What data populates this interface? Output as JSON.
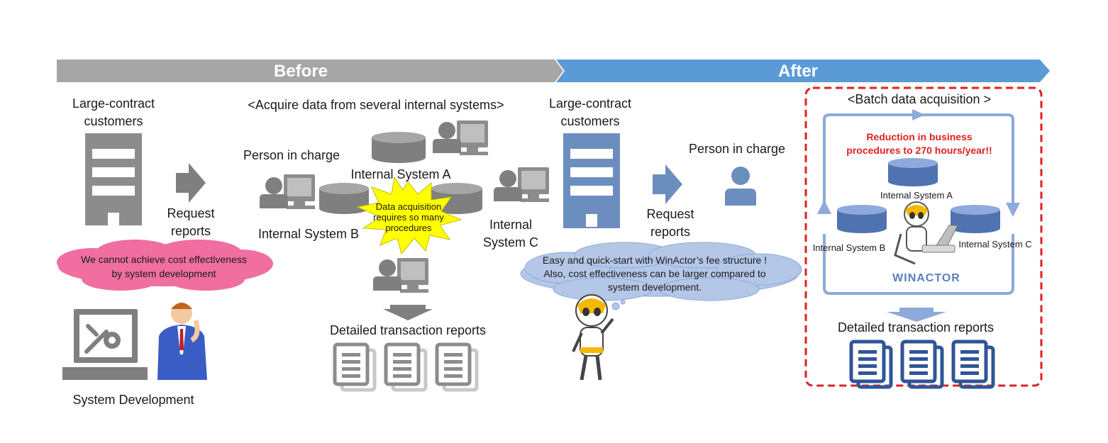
{
  "banner": {
    "before": "Before",
    "after": "After"
  },
  "before": {
    "customers_label_1": "Large-contract",
    "customers_label_2": "customers",
    "request_label_1": "Request",
    "request_label_2": "reports",
    "cloud_text_1": "We cannot achieve cost effectiveness",
    "cloud_text_2": "by system development",
    "system_development": "System Development",
    "acquire_title": "<Acquire data from several internal systems>",
    "person_in_charge": "Person in charge",
    "internal_system_a": "Internal System A",
    "internal_system_b": "Internal System B",
    "internal_system_c_1": "Internal",
    "internal_system_c_2": "System C",
    "burst_text_1": "Data acquisition",
    "burst_text_2": "requires so many",
    "burst_text_3": "procedures",
    "reports_label": "Detailed transaction reports"
  },
  "after": {
    "customers_label_1": "Large-contract",
    "customers_label_2": "customers",
    "request_label_1": "Request",
    "request_label_2": "reports",
    "person_in_charge": "Person in charge",
    "cloud_text_1": "Easy and quick-start with WinActor’s fee structure !",
    "cloud_text_2": "Also, cost effectiveness can be larger compared to",
    "cloud_text_3": "system development.",
    "batch_title": "<Batch data acquisition >",
    "reduction_1": "Reduction in business",
    "reduction_2": "procedures to 270 hours/year!!",
    "internal_system_a": "Internal System A",
    "internal_system_b": "Internal System B",
    "internal_system_c": "Internal System C",
    "winactor_logo": "WINACTOR",
    "reports_label": "Detailed transaction reports"
  },
  "colors": {
    "before_gray": "#a6a6a6",
    "after_blue": "#5b9bd5",
    "icon_gray": "#7f7f7f",
    "icon_blue": "#6c8ebf",
    "report_blue": "#2f5597",
    "pink_cloud": "#f06ea0",
    "blue_cloud": "#b4c7e7",
    "burst_yellow": "#ffff00",
    "red_dashed": "#e02020"
  }
}
